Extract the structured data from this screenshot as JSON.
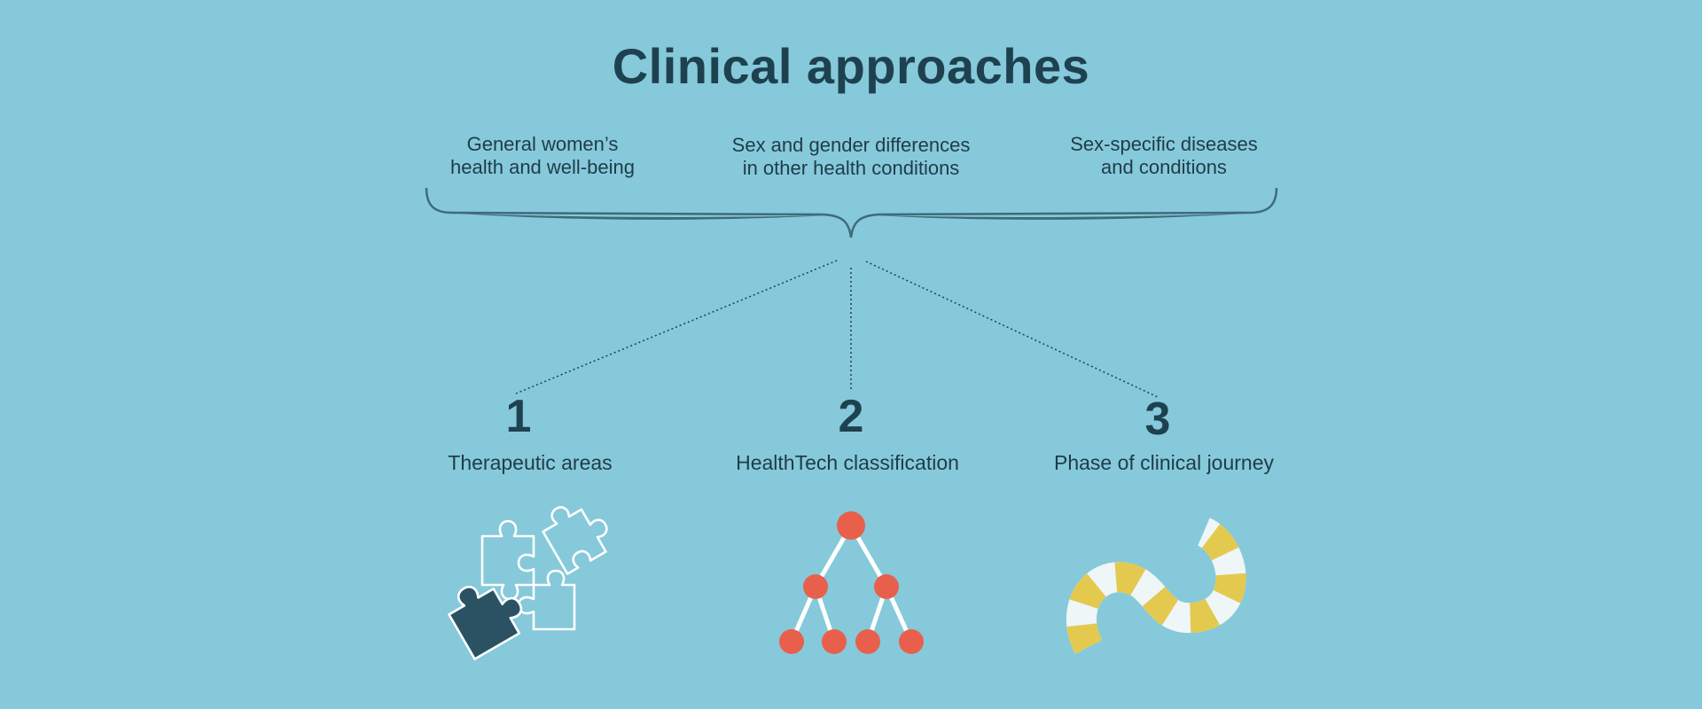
{
  "title": "Clinical approaches",
  "categories": [
    {
      "line1": "General women’s",
      "line2": "health and well-being"
    },
    {
      "line1": "Sex and gender differences",
      "line2": "in other health conditions"
    },
    {
      "line1": "Sex-specific diseases",
      "line2": "and conditions"
    }
  ],
  "approaches": [
    {
      "number": "1",
      "label": "Therapeutic areas",
      "icon": "puzzle-icon"
    },
    {
      "number": "2",
      "label": "HealthTech classification",
      "icon": "tree-icon"
    },
    {
      "number": "3",
      "label": "Phase of clinical journey",
      "icon": "journey-path-icon"
    }
  ],
  "colors": {
    "background": "#86c9da",
    "text_dark": "#1e4150",
    "brace": "#3e6b7b",
    "node_red": "#e8604c",
    "path_yellow": "#e4c94f",
    "path_white": "#eef6f8",
    "puzzle_dark": "#2b5262"
  }
}
